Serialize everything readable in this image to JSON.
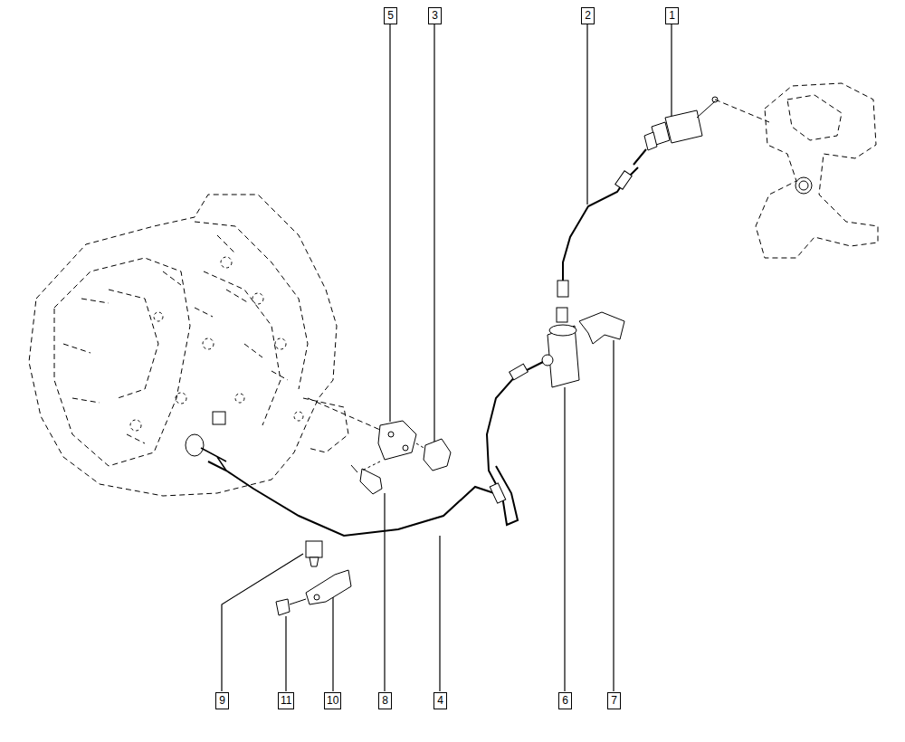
{
  "diagram": {
    "labels": [
      "5",
      "3",
      "2",
      "1",
      "9",
      "11",
      "10",
      "8",
      "4",
      "6",
      "7"
    ]
  }
}
